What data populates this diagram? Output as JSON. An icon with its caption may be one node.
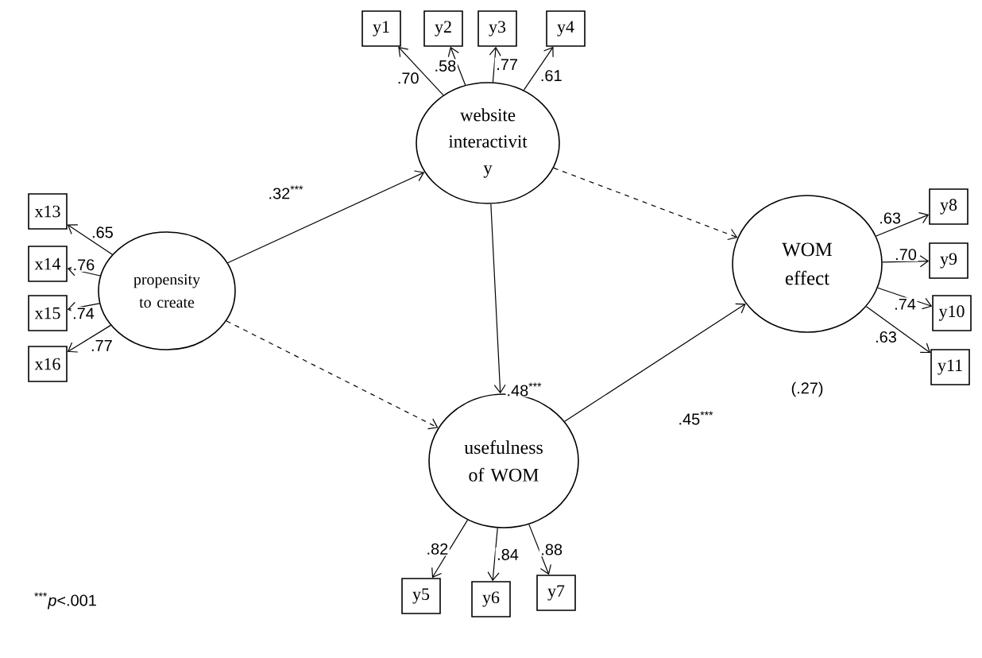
{
  "diagram": {
    "nodes": [
      {
        "text": [
          "propensity to create"
        ]
      },
      {
        "text": [
          "website interactivit y"
        ]
      },
      {
        "text": [
          "usefulness of WOM"
        ]
      },
      {
        "text": [
          "WOM effect"
        ],
        "beside": [
          "(.27)"
        ]
      },
      {
        "text": [
          "x13"
        ]
      },
      {
        "text": [
          "x14"
        ]
      },
      {
        "text": [
          "x15"
        ]
      },
      {
        "text": [
          "x16"
        ]
      },
      {
        "text": [
          "y1"
        ]
      },
      {
        "text": [
          "y2"
        ]
      },
      {
        "text": [
          "y3"
        ]
      },
      {
        "text": [
          "y4"
        ]
      },
      {
        "text": [
          "y5"
        ]
      },
      {
        "text": [
          "y6"
        ]
      },
      {
        "text": [
          "y7"
        ]
      },
      {
        "text": [
          "y8"
        ]
      },
      {
        "text": [
          "y9"
        ]
      },
      {
        "text": [
          "y10"
        ]
      },
      {
        "text": [
          "y11"
        ]
      }
    ],
    "edges": [
      {
        "from": 0,
        "to": 1,
        "arrow": "to",
        "label": ".32$^{***}$"
      },
      {
        "from": 1,
        "to": 3,
        "arrow": "to",
        "style": "dashed"
      },
      {
        "from": 0,
        "to": 2,
        "arrow": "to",
        "style": "dashed"
      },
      {
        "from": 1,
        "to": 2,
        "arrow": "to",
        "label": ".48$^{***}$"
      },
      {
        "from": 2,
        "to": 3,
        "arrow": "to",
        "label": ".45$^{***}$"
      },
      {
        "from": 0,
        "to": 4,
        "arrow": "to",
        "label": ".65"
      },
      {
        "from": 0,
        "to": 5,
        "arrow": "to",
        "label": ".76"
      },
      {
        "from": 0,
        "to": 6,
        "arrow": "to",
        "label": ".74"
      },
      {
        "from": 0,
        "to": 7,
        "arrow": "to",
        "label": ".77"
      },
      {
        "from": 1,
        "to": 8,
        "arrow": "to",
        "label": ".70"
      },
      {
        "from": 1,
        "to": 9,
        "arrow": "to",
        "label": ".58"
      },
      {
        "from": 1,
        "to": 10,
        "arrow": "to",
        "label": ".77"
      },
      {
        "from": 1,
        "to": 11,
        "arrow": "to",
        "label": ".61"
      },
      {
        "from": 2,
        "to": 12,
        "arrow": "to",
        "label": ".82"
      },
      {
        "from": 2,
        "to": 13,
        "arrow": "to",
        "label": ".84"
      },
      {
        "from": 2,
        "to": 14,
        "arrow": "to",
        "label": ".88"
      },
      {
        "from": 3,
        "to": 15,
        "arrow": "to",
        "label": ".63"
      },
      {
        "from": 3,
        "to": 16,
        "arrow": "to",
        "label": ".70"
      },
      {
        "from": 3,
        "to": 17,
        "arrow": "to",
        "label": ".74"
      },
      {
        "from": 3,
        "to": 18,
        "arrow": "to",
        "label": ".63"
      }
    ],
    "labels": [
      "$^{***}$*p*<.001"
    ]
  }
}
